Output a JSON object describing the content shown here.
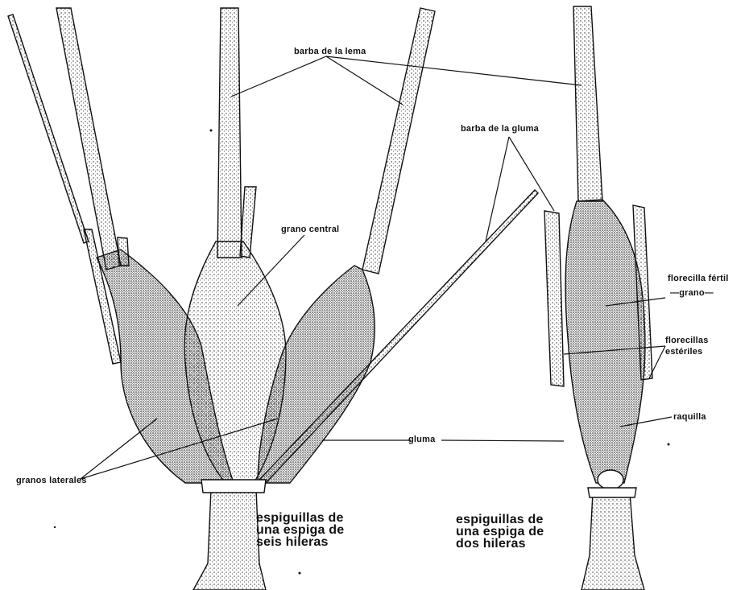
{
  "labels": {
    "barba_lema": "barba de la lema",
    "barba_gluma": "barba de la gluma",
    "grano_central": "grano central",
    "florecilla_fertil": "florecilla fértil",
    "grano": "—grano—",
    "florecillas": "florecillas",
    "esteriles": "estériles",
    "raquilla": "raquilla",
    "gluma": "gluma",
    "granos_laterales": "granos laterales"
  },
  "captions": {
    "six_row": [
      "espiguillas de",
      "una espiga de",
      "seis hileras"
    ],
    "two_row": [
      "espiguillas de",
      "una espiga de",
      "dos hileras"
    ]
  },
  "colors": {
    "ink": "#111111",
    "paper": "#ffffff",
    "shade": "#9a9a9a"
  }
}
